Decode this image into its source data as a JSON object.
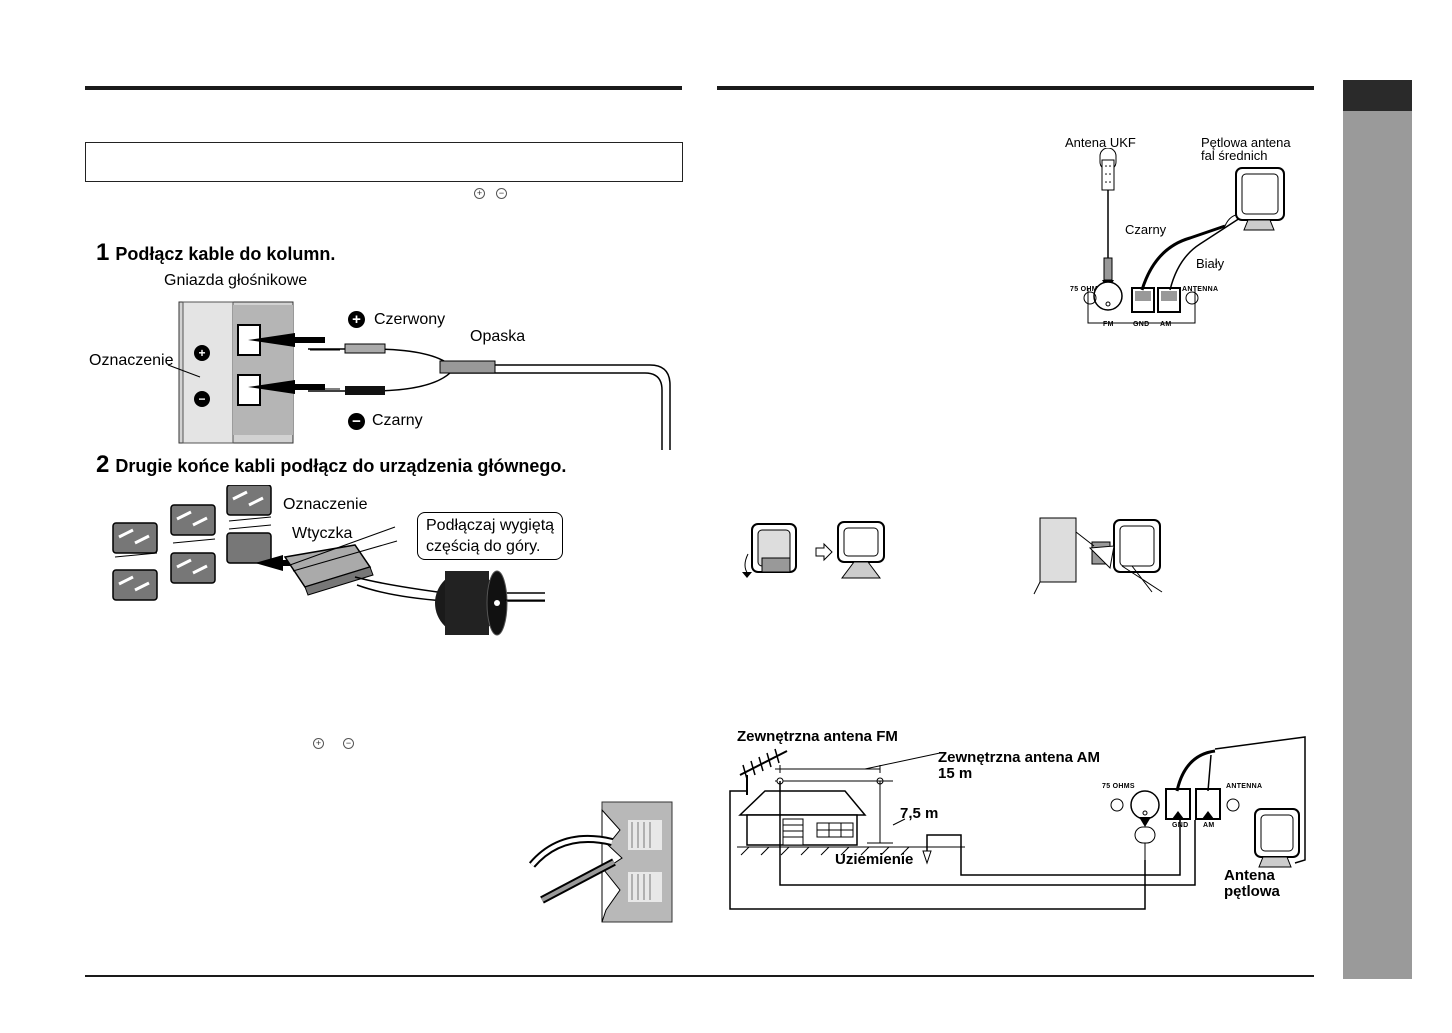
{
  "left_section": {
    "step1": {
      "num": "1",
      "text": "Podłącz kable do kolumn."
    },
    "speaker_terminals_label": "Gniazda głośnikowe",
    "marking_label": "Oznaczenie",
    "red_label": "Czerwony",
    "black_label": "Czarny",
    "band_label": "Opaska",
    "step2": {
      "num": "2",
      "text": "Drugie końce kabli podłącz do urządzenia głównego."
    },
    "marking_label_2": "Oznaczenie",
    "plug_label": "Wtyczka",
    "callout_line1": "Podłączaj wygiętą",
    "callout_line2": "częścią do góry."
  },
  "right_section": {
    "fm_antenna_label": "Antena UKF",
    "am_loop_label_line1": "Pętlowa antena",
    "am_loop_label_line2": "fal średnich",
    "black_label": "Czarny",
    "white_label": "Biały",
    "panel_75ohms": "75 OHMS",
    "panel_antenna": "ANTENNA",
    "panel_fm": "FM",
    "panel_gnd": "GND",
    "panel_am": "AM",
    "ext_fm_label": "Zewnętrzna antena FM",
    "ext_am_label_line1": "Zewnętrzna antena AM",
    "ext_am_label_line2": "15 m",
    "height_label": "7,5 m",
    "ground_label": "Uziemienie",
    "loop_antenna_line1": "Antena",
    "loop_antenna_line2": "pętlowa"
  },
  "colors": {
    "rule": "#1a1a1a",
    "side_tab": "#9a9a9a",
    "side_tab_head": "#2a2a2a"
  }
}
